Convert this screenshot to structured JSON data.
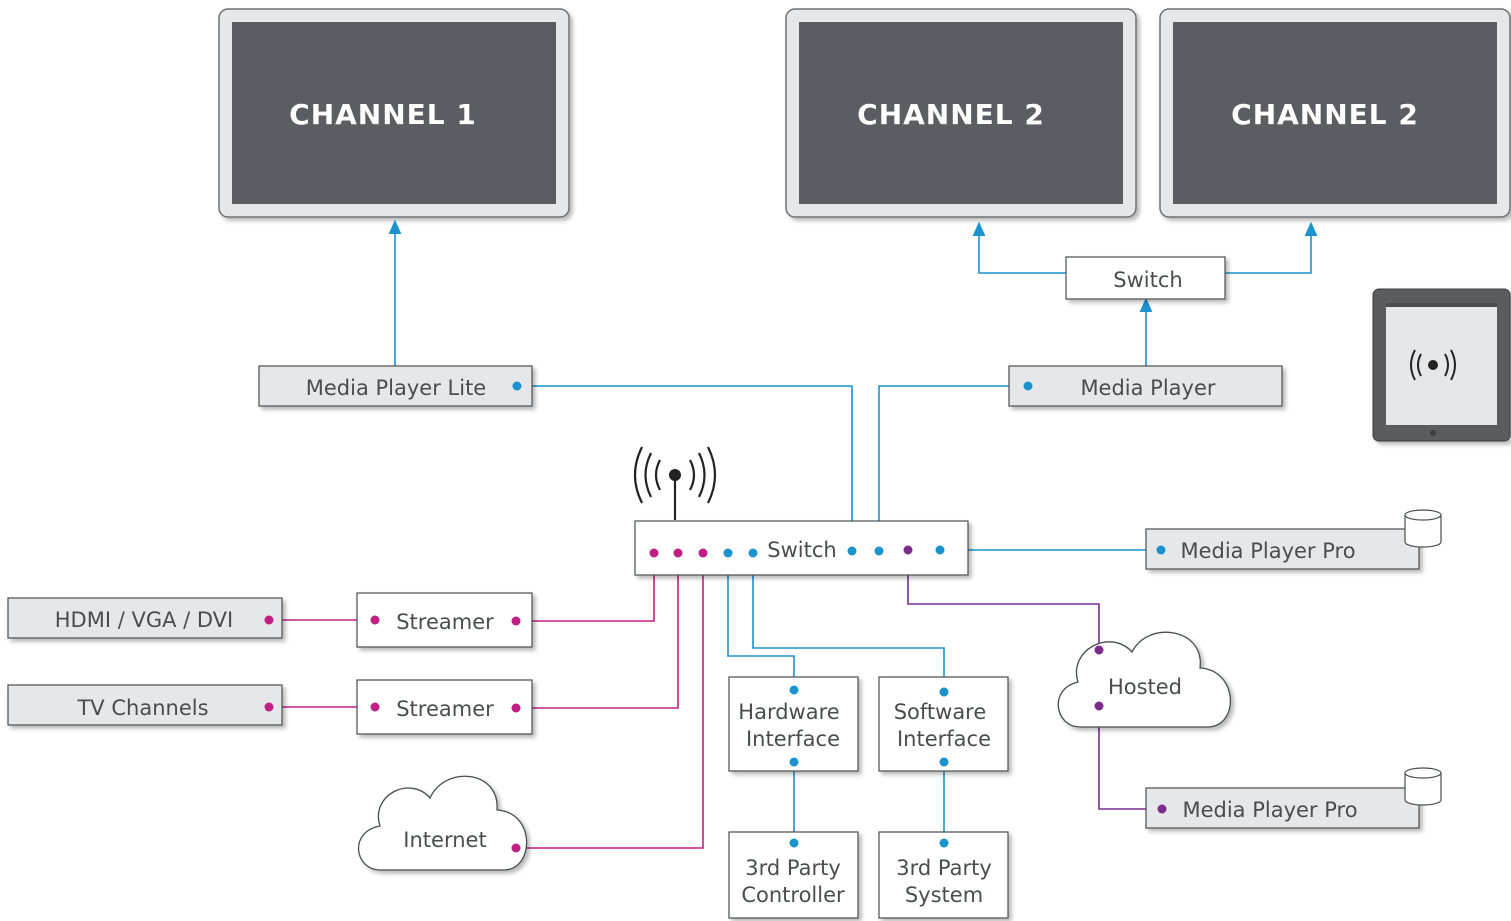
{
  "colors": {
    "screen": "#5a5d61",
    "bezel": "#e6e7e8",
    "device_fill": "#e6e7e8",
    "line_outline": "#4a4d50",
    "blue": "#1a93cf",
    "magenta": "#c21f85",
    "purple": "#7b2d8e",
    "text": "#4a4d50"
  },
  "displays": [
    {
      "label": "CHANNEL 1"
    },
    {
      "label": "CHANNEL 2"
    },
    {
      "label": "CHANNEL 2"
    }
  ],
  "devices": {
    "switch_top": "Switch",
    "media_player_lite": "Media Player Lite",
    "media_player": "Media Player",
    "switch_main": "Switch",
    "media_player_pro_1": "Media Player Pro",
    "media_player_pro_2": "Media Player Pro",
    "hdmi": "HDMI / VGA / DVI",
    "tv_channels": "TV Channels",
    "streamer_1": "Streamer",
    "streamer_2": "Streamer",
    "internet": "Internet",
    "hosted": "Hosted",
    "hardware_interface": [
      "Hardware",
      "Interface"
    ],
    "software_interface": [
      "Software",
      "Interface"
    ],
    "third_party_controller": [
      "3rd Party",
      "Controller"
    ],
    "third_party_system": [
      "3rd Party",
      "System"
    ]
  },
  "icons": {
    "wireless": "wireless-antenna-icon",
    "tablet": "tablet-icon",
    "storage": "database-icon",
    "cloud": "cloud-icon"
  }
}
